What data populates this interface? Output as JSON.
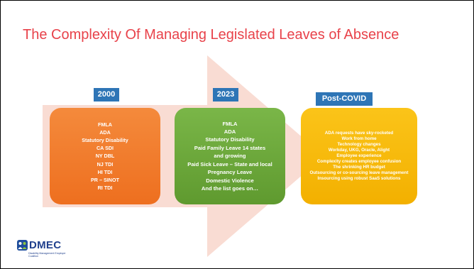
{
  "slide": {
    "title": "The Complexity Of Managing Legislated Leaves of Absence"
  },
  "columns": [
    {
      "year": "2000",
      "items": [
        "FMLA",
        "ADA",
        "Statutory Disability",
        "CA SDI",
        "NY DBL",
        "NJ TDI",
        "HI TDI",
        "PR – SINOT",
        "RI TDI"
      ]
    },
    {
      "year": "2023",
      "items": [
        "FMLA",
        "ADA",
        "Statutory Disability",
        "Paid Family Leave 14 states and growing",
        "Paid Sick Leave – State and local",
        "Pregnancy Leave",
        "Domestic Violence",
        "And the list goes on…"
      ]
    },
    {
      "year": "Post-COVID",
      "items": [
        "ADA requests have sky-rocketed",
        "Work from home",
        "Technology changes",
        "Workday, UKG, Oracle, Alight",
        "Employee experience",
        "Complexity creates employee confusion",
        "The shrinking HR budget",
        "Outsourcing or co-sourcing leave management",
        "Insourcing using robust SaaS solutions"
      ]
    }
  ],
  "logo": {
    "name": "DMEC",
    "subtitle": "Disability Management Employer Coalition"
  },
  "colors": {
    "title": "#e8424a",
    "year_badge": "#2e75b6",
    "box_2000": "#ee6f1f",
    "box_2023": "#6aa83a",
    "box_post_covid": "#f7b90d",
    "arrow": "#f9dcd3"
  }
}
